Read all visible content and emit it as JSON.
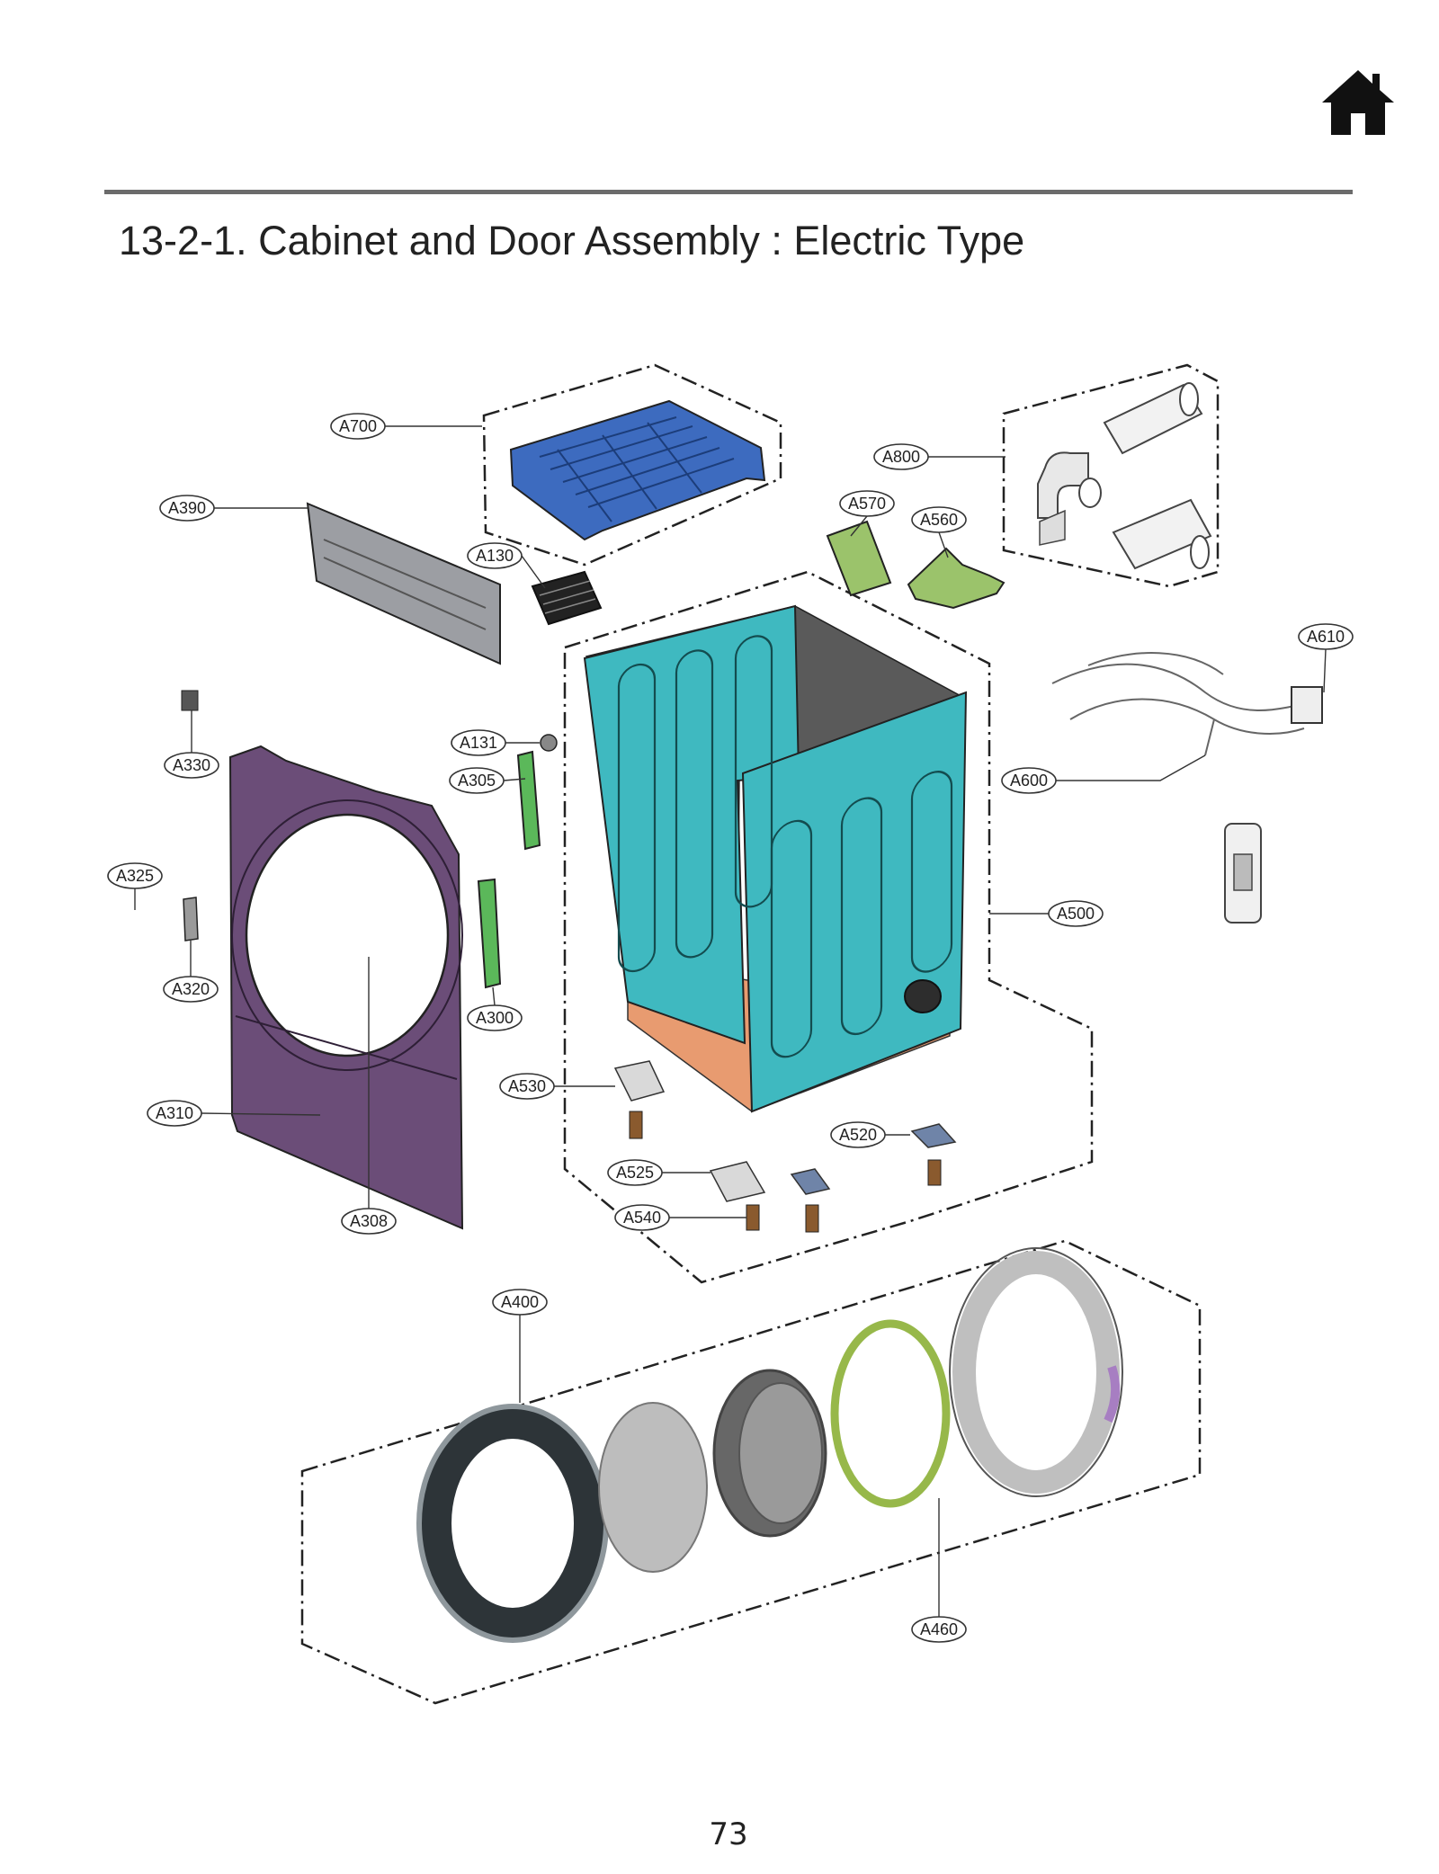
{
  "header": {
    "home_icon": "home-icon",
    "title": "13-2-1. Cabinet and Door Assembly : Electric Type"
  },
  "footer": {
    "page_number": "73"
  },
  "colors": {
    "rule": "#6b6b6b",
    "top_plate": "#3d6bbf",
    "cabinet": "#3fb9c0",
    "base": "#e89b70",
    "front_panel": "#6b4d78",
    "green_parts": "#9bc36b",
    "hinges": "#5bb85a",
    "door_ring": "#8e979c"
  },
  "callouts": {
    "A700": "A700",
    "A800": "A800",
    "A390": "A390",
    "A130": "A130",
    "A570": "A570",
    "A560": "A560",
    "A610": "A610",
    "A330": "A330",
    "A131": "A131",
    "A305": "A305",
    "A600": "A600",
    "A325": "A325",
    "A500": "A500",
    "A320": "A320",
    "A300": "A300",
    "A530": "A530",
    "A310": "A310",
    "A520": "A520",
    "A525": "A525",
    "A540": "A540",
    "A308": "A308",
    "A400": "A400",
    "A460": "A460"
  }
}
